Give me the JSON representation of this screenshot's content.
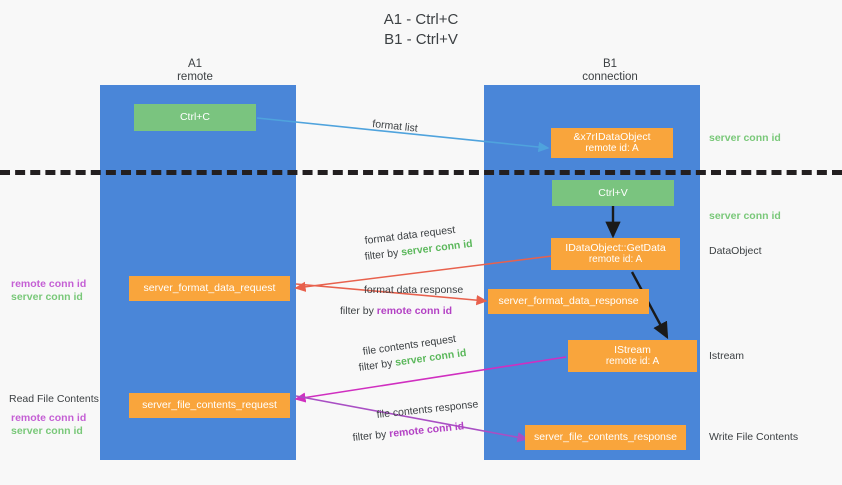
{
  "title": {
    "line1": "A1 - Ctrl+C",
    "line2": "B1 - Ctrl+V"
  },
  "lanes": [
    {
      "id": "a1",
      "name": "A1",
      "sub": "remote"
    },
    {
      "id": "b1",
      "name": "B1",
      "sub": "connection"
    }
  ],
  "nodes": {
    "ctrl_c": {
      "l1": "Ctrl+C",
      "l2": ""
    },
    "idataobject_top": {
      "l1": "&x7rIDataObject",
      "l2": "remote id: A"
    },
    "ctrl_v": {
      "l1": "Ctrl+V",
      "l2": ""
    },
    "getdata": {
      "l1": "IDataObject::GetData",
      "l2": "remote id: A"
    },
    "fmt_req": {
      "l1": "server_format_data_request",
      "l2": ""
    },
    "fmt_resp": {
      "l1": "server_format_data_response",
      "l2": ""
    },
    "istream": {
      "l1": "IStream",
      "l2": "remote id: A"
    },
    "file_req": {
      "l1": "server_file_contents_request",
      "l2": ""
    },
    "file_resp": {
      "l1": "server_file_contents_response",
      "l2": ""
    }
  },
  "edge_labels": {
    "format_list": "format list",
    "fmt_data_request": "format data request",
    "fmt_data_request_filter_pre": "filter by ",
    "fmt_data_request_filter_key": "server conn id",
    "fmt_data_response": "format data response",
    "fmt_data_response_filter_pre": "filter by ",
    "fmt_data_response_filter_key": "remote conn id",
    "file_contents_request": "file contents request",
    "file_contents_request_filter_pre": "filter by ",
    "file_contents_request_filter_key": "server conn id",
    "file_contents_response": "file contents response",
    "file_contents_response_filter_pre": "filter by ",
    "file_contents_response_filter_key": "remote conn id"
  },
  "annotations": {
    "right_server_conn_1": "server conn id",
    "right_server_conn_2": "server conn id",
    "right_dataobject": "DataObject",
    "right_istream": "Istream",
    "right_write_file": "Write File Contents",
    "left_remote_conn_1": "remote conn id",
    "left_server_conn_1": "server conn id",
    "left_read_file": "Read File Contents",
    "left_remote_conn_2": "remote conn id",
    "left_server_conn_2": "server conn id"
  },
  "colors": {
    "lane": "#4a86d8",
    "orange": "#f9a53c",
    "green": "#7ac47f",
    "green_text": "#5cb85c",
    "purple_text": "#b341c4",
    "arrow_blue": "#4fa3dd",
    "arrow_red": "#e8614d",
    "arrow_magenta": "#d02fc0",
    "arrow_purple": "#a94fc4",
    "arrow_black": "#1a1a1a",
    "background": "#f8f8f8"
  }
}
